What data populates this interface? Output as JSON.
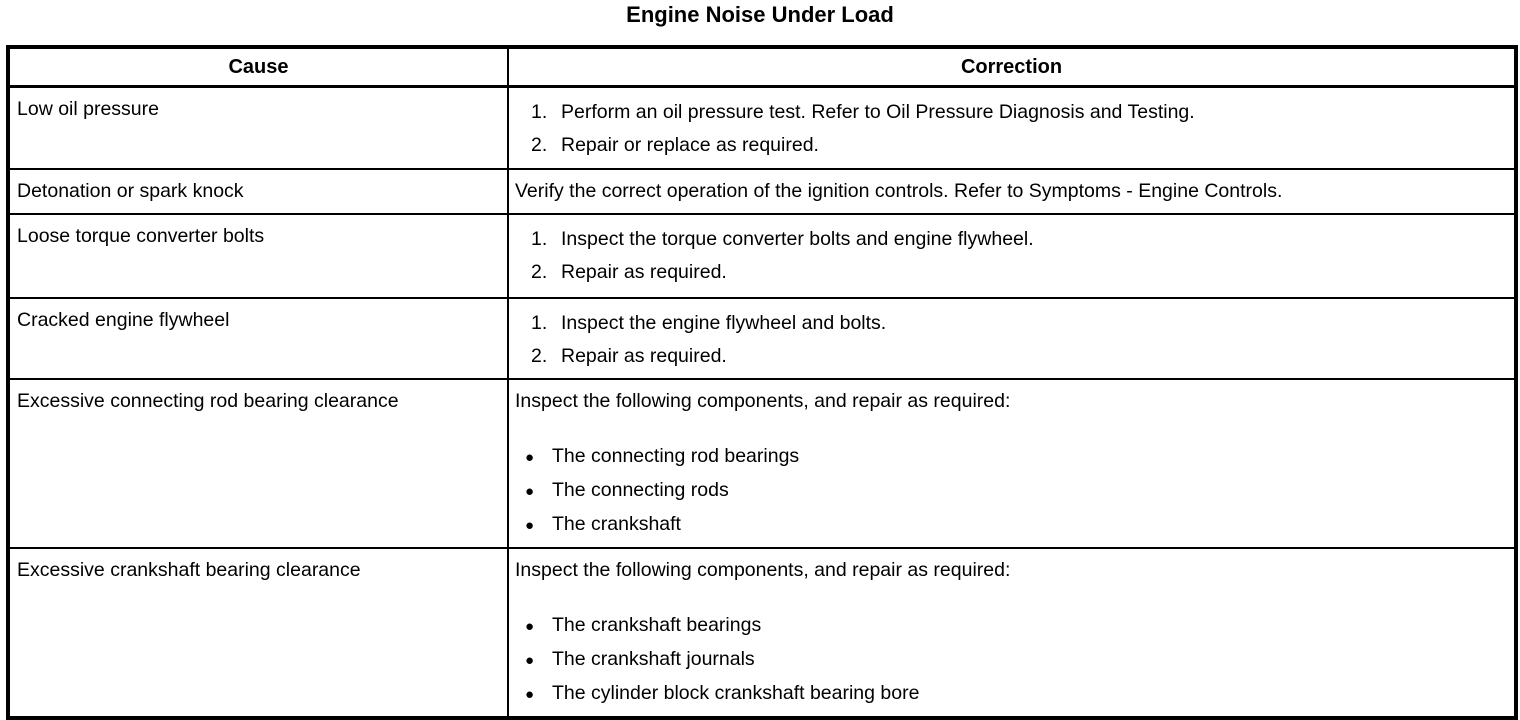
{
  "title": "Engine Noise Under Load",
  "colors": {
    "text": "#000000",
    "background": "#ffffff",
    "border": "#000000"
  },
  "table": {
    "headers": {
      "cause": "Cause",
      "correction": "Correction"
    },
    "rows": [
      {
        "cause": "Low oil pressure",
        "correction": {
          "type": "steps",
          "steps": [
            "Perform an oil pressure test. Refer to Oil Pressure Diagnosis and Testing.",
            "Repair or replace as required."
          ]
        }
      },
      {
        "cause": "Detonation or spark knock",
        "correction": {
          "type": "text",
          "text": "Verify the correct operation of the ignition controls. Refer to Symptoms - Engine Controls."
        }
      },
      {
        "cause": "Loose torque converter bolts",
        "correction": {
          "type": "steps",
          "steps": [
            "Inspect the torque converter bolts and engine flywheel.",
            "Repair as required."
          ]
        }
      },
      {
        "cause": "Cracked engine flywheel",
        "correction": {
          "type": "steps",
          "steps": [
            "Inspect the engine flywheel and bolts.",
            "Repair as required."
          ]
        }
      },
      {
        "cause": "Excessive connecting rod bearing clearance",
        "correction": {
          "type": "bullets",
          "intro": "Inspect the following components, and repair as required:",
          "bullets": [
            "The connecting rod bearings",
            "The connecting rods",
            "The crankshaft"
          ]
        }
      },
      {
        "cause": "Excessive crankshaft bearing clearance",
        "correction": {
          "type": "bullets",
          "intro": "Inspect the following components, and repair as required:",
          "bullets": [
            "The crankshaft bearings",
            "The crankshaft journals",
            "The cylinder block crankshaft bearing bore"
          ]
        }
      }
    ]
  }
}
